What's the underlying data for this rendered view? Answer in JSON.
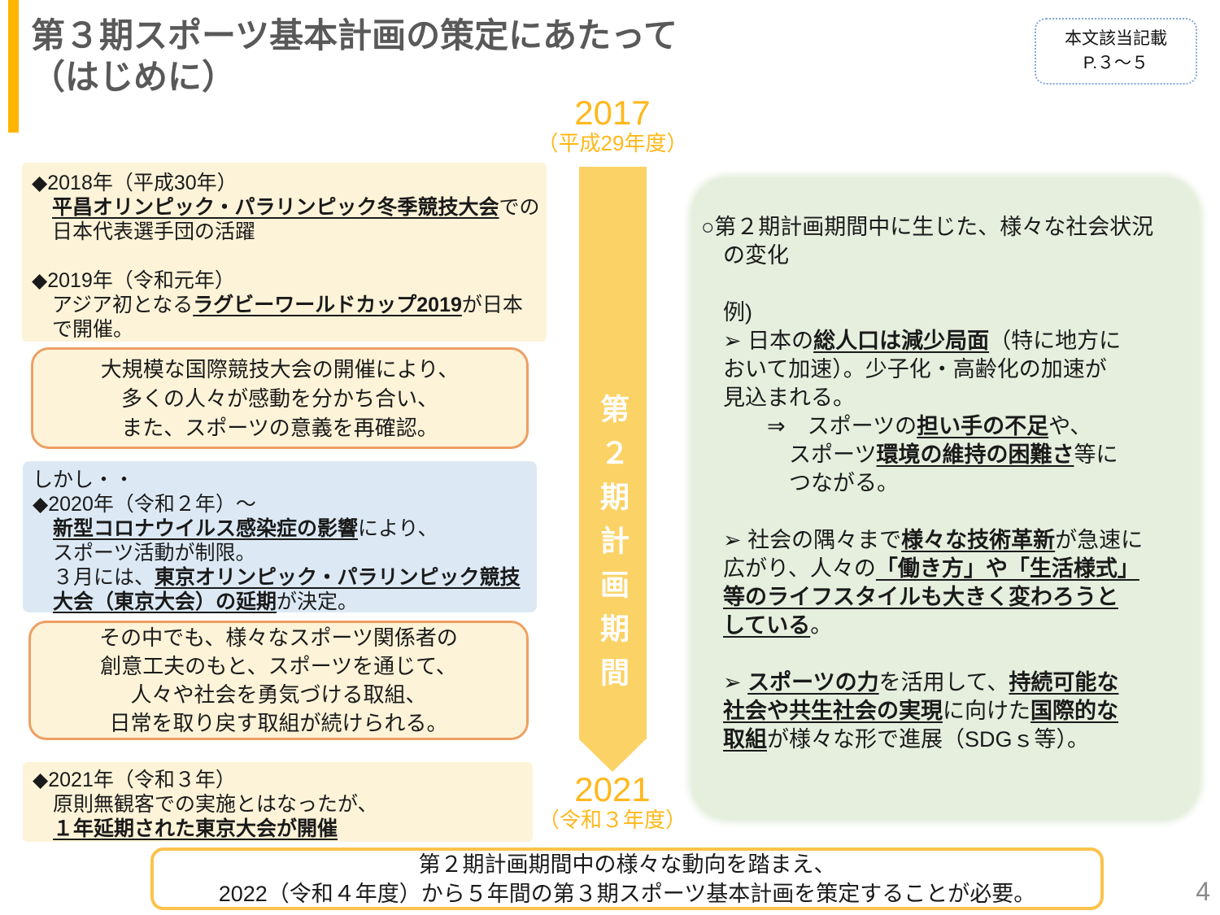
{
  "slide": {
    "title_lines": [
      "第３期スポーツ基本計画の策定にあたって",
      "（はじめに）"
    ],
    "page_number": "4"
  },
  "reference_box": {
    "line1": "本文該当記載",
    "line2": "P.３～５"
  },
  "timeline": {
    "start_year": "2017",
    "start_era": "（平成29年度）",
    "end_year": "2021",
    "end_era": "（令和３年度）",
    "band_label": "第２期計画期間"
  },
  "left_column": {
    "events_2018_2019": [
      "◆2018年（平成30年）",
      [
        {
          "t": "　"
        },
        {
          "t": "平昌オリンピック・パラリンピック冬季競技大会",
          "b": true
        },
        {
          "t": "での"
        }
      ],
      "　日本代表選手団の活躍",
      "",
      "◆2019年（令和元年）",
      [
        {
          "t": "　アジア初となる"
        },
        {
          "t": "ラグビーワールドカップ2019",
          "b": true
        },
        {
          "t": "が日本"
        }
      ],
      "　で開催。"
    ],
    "callout_games": [
      "大規模な国際競技大会の開催により、",
      "多くの人々が感動を分かち合い、",
      "また、スポーツの意義を再確認。"
    ],
    "covid_2020": [
      "しかし・・",
      "◆2020年（令和２年）～",
      [
        {
          "t": "　"
        },
        {
          "t": "新型コロナウイルス感染症の影響",
          "b": true
        },
        {
          "t": "により、"
        }
      ],
      "　スポーツ活動が制限。",
      [
        {
          "t": "　３月には、"
        },
        {
          "t": "東京オリンピック・パラリンピック競技",
          "b": true
        }
      ],
      [
        {
          "t": "　"
        },
        {
          "t": "大会（東京大会）の延期",
          "b": true
        },
        {
          "t": "が決定。"
        }
      ]
    ],
    "callout_efforts": [
      "その中でも、様々なスポーツ関係者の",
      "創意工夫のもと、スポーツを通じて、",
      "人々や社会を勇気づける取組、",
      "日常を取り戻す取組が続けられる。"
    ],
    "events_2021": [
      "◆2021年（令和３年）",
      "　原則無観客での実施とはなったが、",
      [
        {
          "t": "　"
        },
        {
          "t": "１年延期された東京大会が開催",
          "b": true
        }
      ]
    ]
  },
  "right_panel": {
    "lines": [
      "○第２期計画期間中に生じた、様々な社会状況",
      "　の変化",
      "",
      "　例)",
      [
        {
          "t": "　➢ 日本の"
        },
        {
          "t": "総人口は減少局面",
          "b": true
        },
        {
          "t": "（特に地方に"
        }
      ],
      "　おいて加速）。少子化・高齢化の加速が",
      "　見込まれる。",
      [
        {
          "t": "　　　⇒　スポーツの"
        },
        {
          "t": "担い手の不足",
          "b": true
        },
        {
          "t": "や、"
        }
      ],
      [
        {
          "t": "　　　　スポーツ"
        },
        {
          "t": "環境の維持の困難さ",
          "b": true
        },
        {
          "t": "等に"
        }
      ],
      "　　　　つながる。",
      "",
      [
        {
          "t": "　➢ 社会の隅々まで"
        },
        {
          "t": "様々な技術革新",
          "b": true
        },
        {
          "t": "が急速に"
        }
      ],
      [
        {
          "t": "　広がり、人々の"
        },
        {
          "t": "「働き方」や「生活様式」",
          "b": true
        }
      ],
      [
        {
          "t": "　"
        },
        {
          "t": "等のライフスタイルも大きく変わろうと",
          "b": true
        }
      ],
      [
        {
          "t": "　"
        },
        {
          "t": "している",
          "b": true
        },
        {
          "t": "。"
        }
      ],
      "",
      [
        {
          "t": "　➢ "
        },
        {
          "t": "スポーツの力",
          "b": true
        },
        {
          "t": "を活用して、"
        },
        {
          "t": "持続可能な",
          "b": true
        }
      ],
      [
        {
          "t": "　"
        },
        {
          "t": "社会や共生社会の実現",
          "b": true
        },
        {
          "t": "に向けた"
        },
        {
          "t": "国際的な",
          "b": true
        }
      ],
      [
        {
          "t": "　"
        },
        {
          "t": "取組",
          "b": true
        },
        {
          "t": "が様々な形で進展（SDGｓ等）。"
        }
      ]
    ]
  },
  "bottom_banner": {
    "lines": [
      "第２期計画期間中の様々な動向を踏まえ、",
      "2022（令和４年度）から５年間の第３期スポーツ基本計画を策定することが必要。"
    ]
  },
  "colors": {
    "accent_bar": "#FFB400",
    "arrow_fill": "#FBD266",
    "year_label": "#FFB81C",
    "cream_box_bg": "#FDF3D8",
    "blue_box_bg": "#DCE9F5",
    "green_panel_bg": "#E6EFDE",
    "callout_border": "#ED9F63",
    "banner_border": "#FBC34C",
    "reference_border": "#7FA8DC",
    "title_text": "#595959"
  }
}
